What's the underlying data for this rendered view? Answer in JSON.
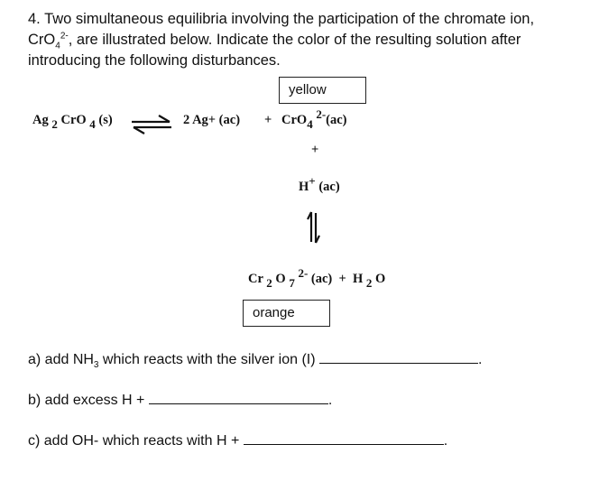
{
  "question": {
    "number": "4.",
    "text_line1": "Two simultaneous equilibria involving the participation of the chromate ion,",
    "ion_base": "CrO",
    "ion_sub": "4",
    "ion_sup": "2-",
    "text_line2_rest": ", are illustrated below. Indicate the color of the resulting solution after",
    "text_line3": "introducing the following disturbances."
  },
  "diagram": {
    "yellow_label": "yellow",
    "orange_label": "orange",
    "eq1": {
      "reactant_ag": "Ag",
      "reactant_ag_sub": "2",
      "reactant_cro": "CrO",
      "reactant_cro_sub": "4",
      "reactant_state": "(s)",
      "product1": "2 Ag+ (ac)",
      "plus": "+",
      "product2": "CrO",
      "product2_sub": "4",
      "product2_sup": "2-",
      "product2_state": "(ac)"
    },
    "plus_vertical": "+",
    "h_ion": "H",
    "h_ion_sup": "+",
    "h_state": "(ac)",
    "eq2": {
      "cr": "Cr",
      "cr_sub": "2",
      "o": "O",
      "o_sub": "7",
      "sup": "2-",
      "state": "(ac)",
      "plus": "+",
      "h": "H",
      "h_sub": "2",
      "water_o": "O"
    }
  },
  "parts": [
    {
      "label": "a) add NH",
      "sub": "3",
      "rest": " which reacts with the silver ion (I) ",
      "end": "."
    },
    {
      "label": "b) add excess H + ",
      "end": "."
    },
    {
      "label": "c) add OH- which reacts with H + ",
      "end": "."
    }
  ]
}
